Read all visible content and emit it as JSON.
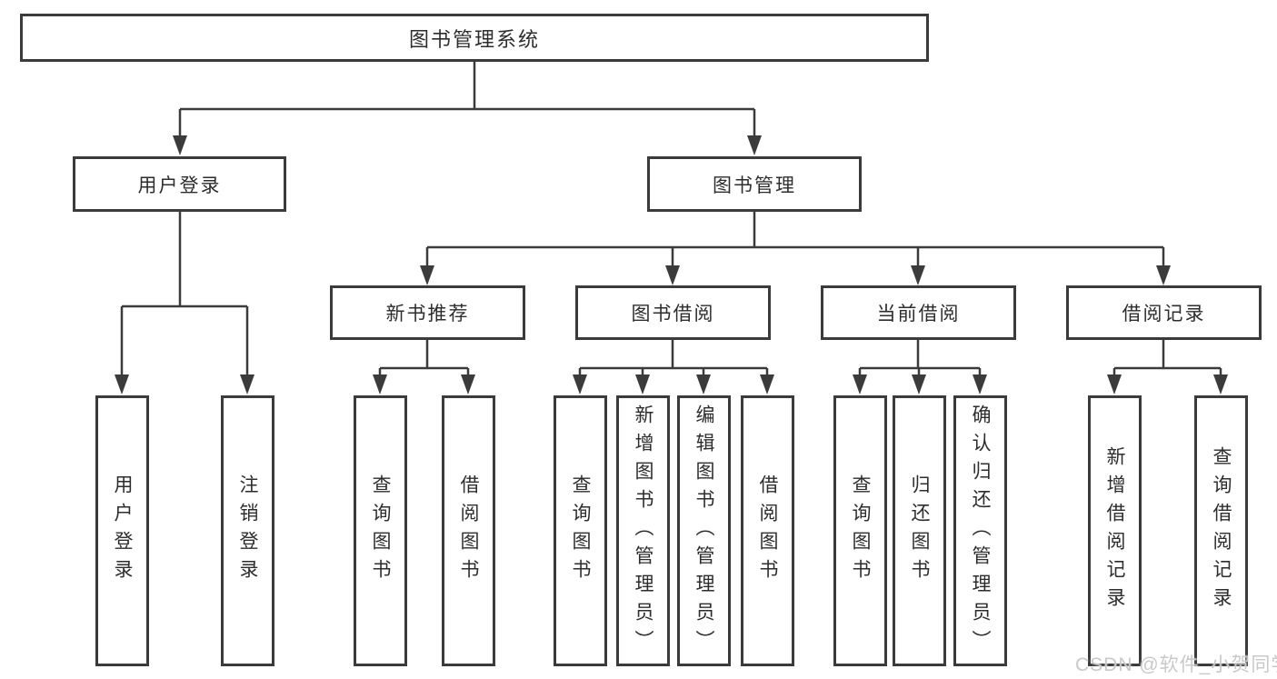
{
  "diagram": {
    "root": {
      "label": "图书管理系统"
    },
    "branches": [
      {
        "label": "用户登录"
      },
      {
        "label": "图书管理"
      }
    ],
    "modules": [
      {
        "label": "新书推荐"
      },
      {
        "label": "图书借阅"
      },
      {
        "label": "当前借阅"
      },
      {
        "label": "借阅记录"
      }
    ],
    "leaves": [
      {
        "label": "用户登录"
      },
      {
        "label": "注销登录"
      },
      {
        "label": "查询图书"
      },
      {
        "label": "借阅图书"
      },
      {
        "label": "查询图书"
      },
      {
        "label": "新增图书（管理员）"
      },
      {
        "label": "编辑图书（管理员）"
      },
      {
        "label": "借阅图书"
      },
      {
        "label": "查询图书"
      },
      {
        "label": "归还图书"
      },
      {
        "label": "确认归还（管理员）"
      },
      {
        "label": "新增借阅记录"
      },
      {
        "label": "查询借阅记录"
      }
    ]
  },
  "watermark": {
    "text": "CSDN @软件_小贺同学"
  },
  "colors": {
    "line": "#3b3b3b",
    "text": "#2d2d2d",
    "box_fill": "#ffffff",
    "watermark": "#c6c6c6",
    "background": "#ffffff"
  }
}
